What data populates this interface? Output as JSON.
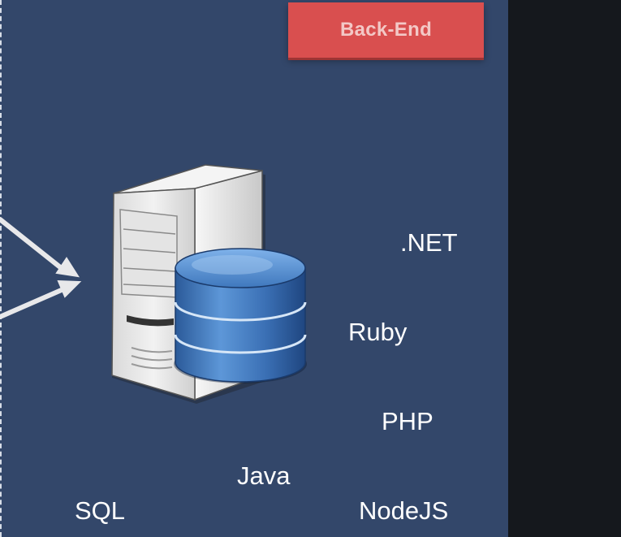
{
  "header": {
    "badge_label": "Back-End"
  },
  "technologies": [
    {
      "label": ".NET"
    },
    {
      "label": "Ruby"
    },
    {
      "label": "PHP"
    },
    {
      "label": "Java"
    },
    {
      "label": "SQL"
    },
    {
      "label": "NodeJS"
    }
  ],
  "colors": {
    "slide_background": "#33476a",
    "badge_background": "#d94f4f",
    "side_panel": "#15181d",
    "database_blue": "#3f78bd"
  },
  "icons": [
    "server-tower-icon",
    "database-icon",
    "arrow-icon"
  ]
}
